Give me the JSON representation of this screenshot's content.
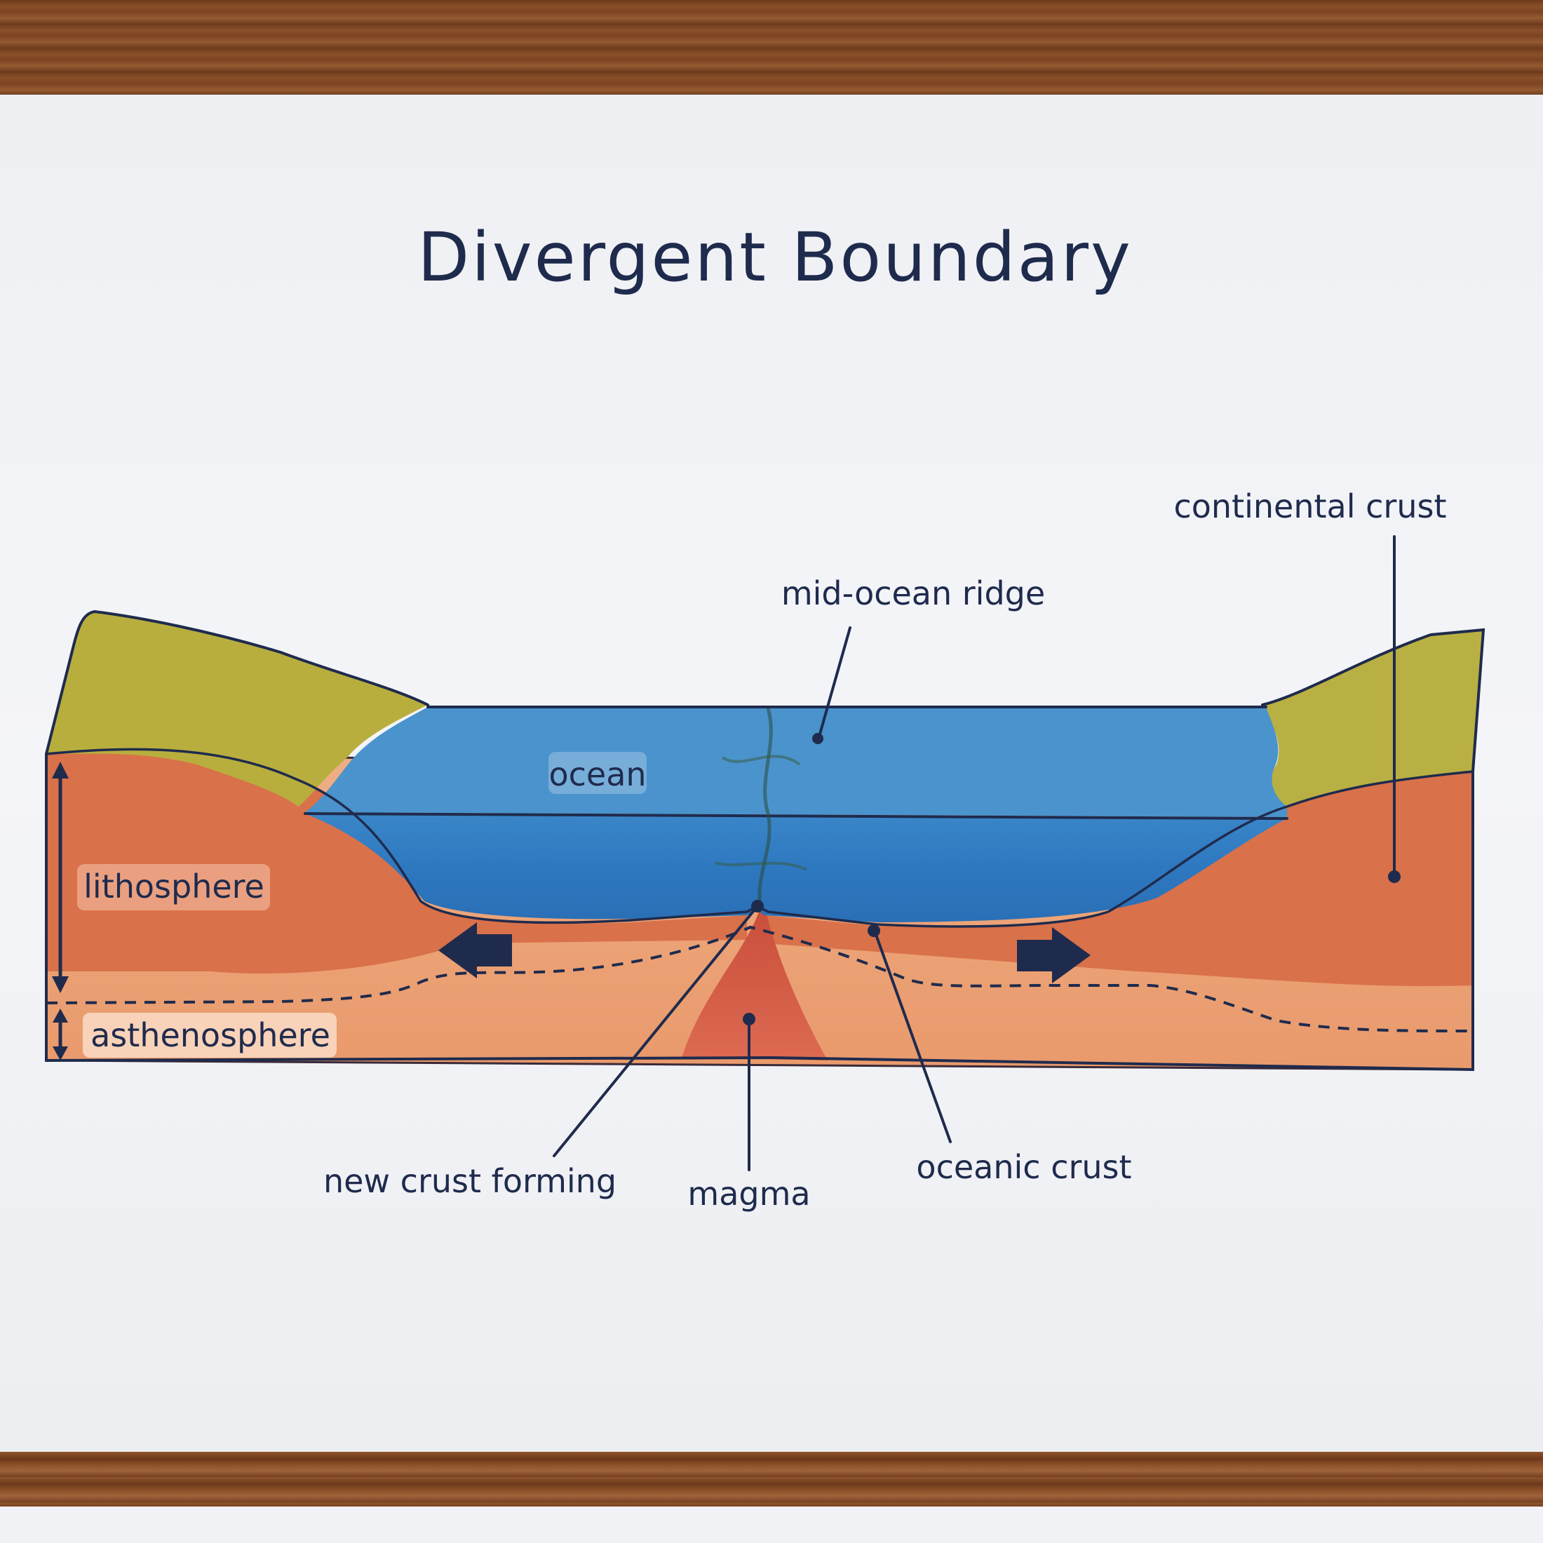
{
  "title": "Divergent Boundary",
  "labels": {
    "continental_crust": "continental crust",
    "mid_ocean_ridge": "mid-ocean ridge",
    "ocean": "ocean",
    "lithosphere": "lithosphere",
    "asthenosphere": "asthenosphere",
    "new_crust_forming": "new crust forming",
    "magma": "magma",
    "oceanic_crust": "oceanic crust"
  },
  "colors": {
    "ink": "#1f2b4d",
    "ocean": "#2f7fc4",
    "continent": "#b7ad3c",
    "lithosphere": "#d9714a",
    "asthenosphere": "#eba277",
    "magma": "#d55a47"
  }
}
